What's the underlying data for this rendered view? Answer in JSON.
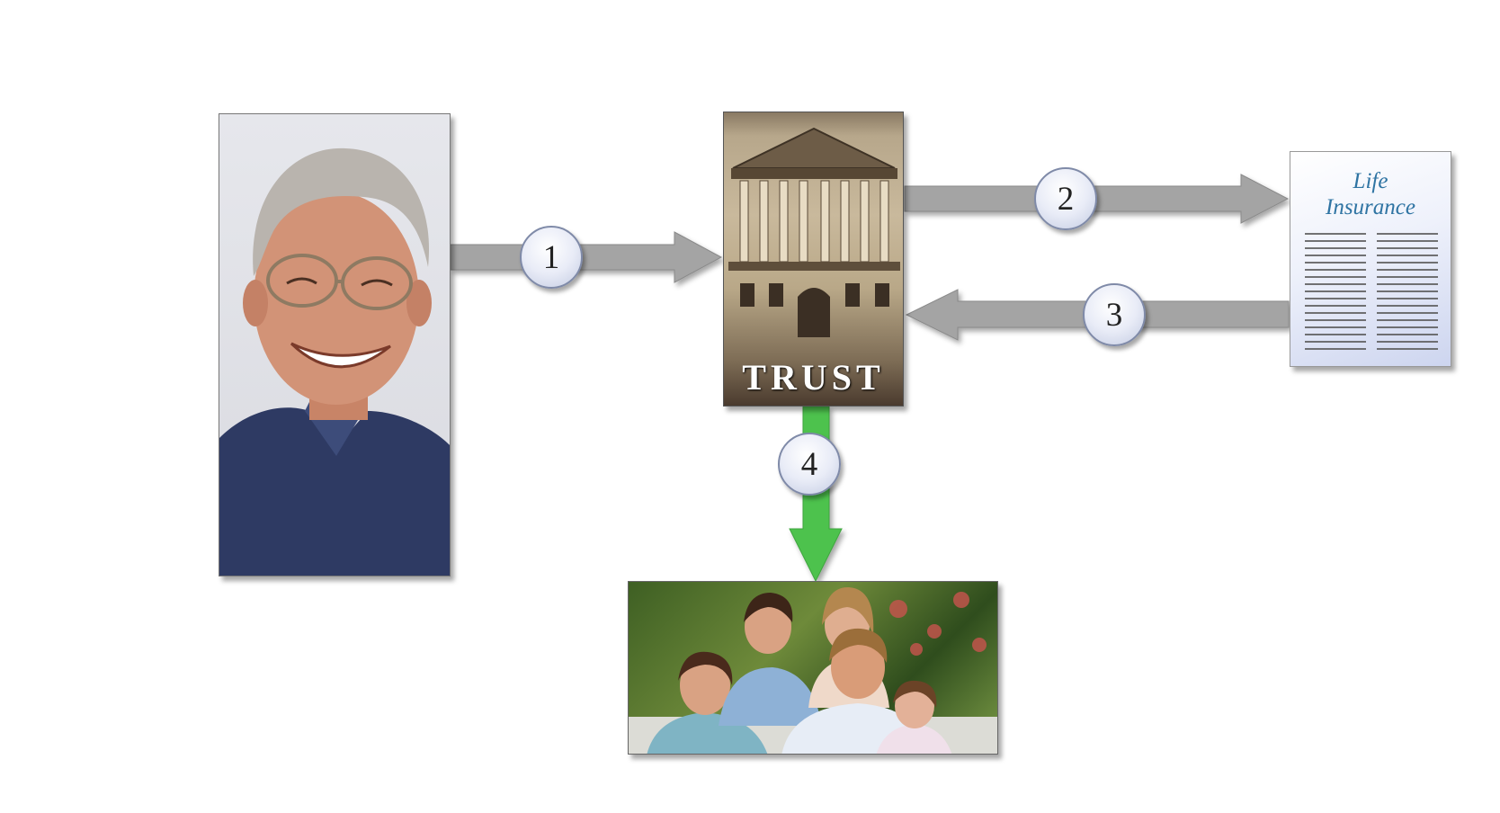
{
  "trust": {
    "label": "TRUST"
  },
  "insurance": {
    "title_line1": "Life",
    "title_line2": "Insurance"
  },
  "steps": [
    "1",
    "2",
    "3",
    "4"
  ],
  "colors": {
    "arrow_gray": "#a4a4a4",
    "arrow_green": "#4ec24e"
  },
  "images": {
    "grantor": "smiling-older-man-photo",
    "trust": "classical-building-photo",
    "family": "family-portrait-photo"
  }
}
